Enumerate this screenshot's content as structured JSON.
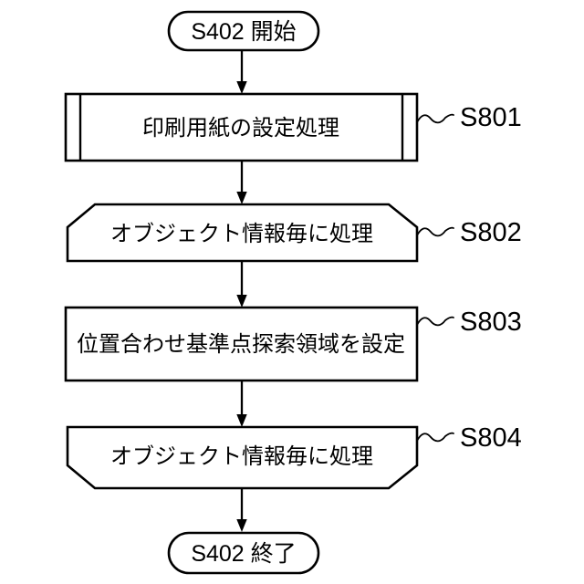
{
  "figure": {
    "background": "#ffffff",
    "ink": "#000000",
    "start": {
      "text": "S402 開始"
    },
    "end": {
      "text": "S402 終了"
    },
    "steps": [
      {
        "label": "S801",
        "shape": "subroutine",
        "text": "印刷用紙の設定処理"
      },
      {
        "label": "S802",
        "shape": "loop-start",
        "text": "オブジェクト情報毎に処理"
      },
      {
        "label": "S803",
        "shape": "process",
        "text": "位置合わせ基準点探索領域を設定"
      },
      {
        "label": "S804",
        "shape": "loop-end",
        "text": "オブジェクト情報毎に処理"
      }
    ]
  }
}
